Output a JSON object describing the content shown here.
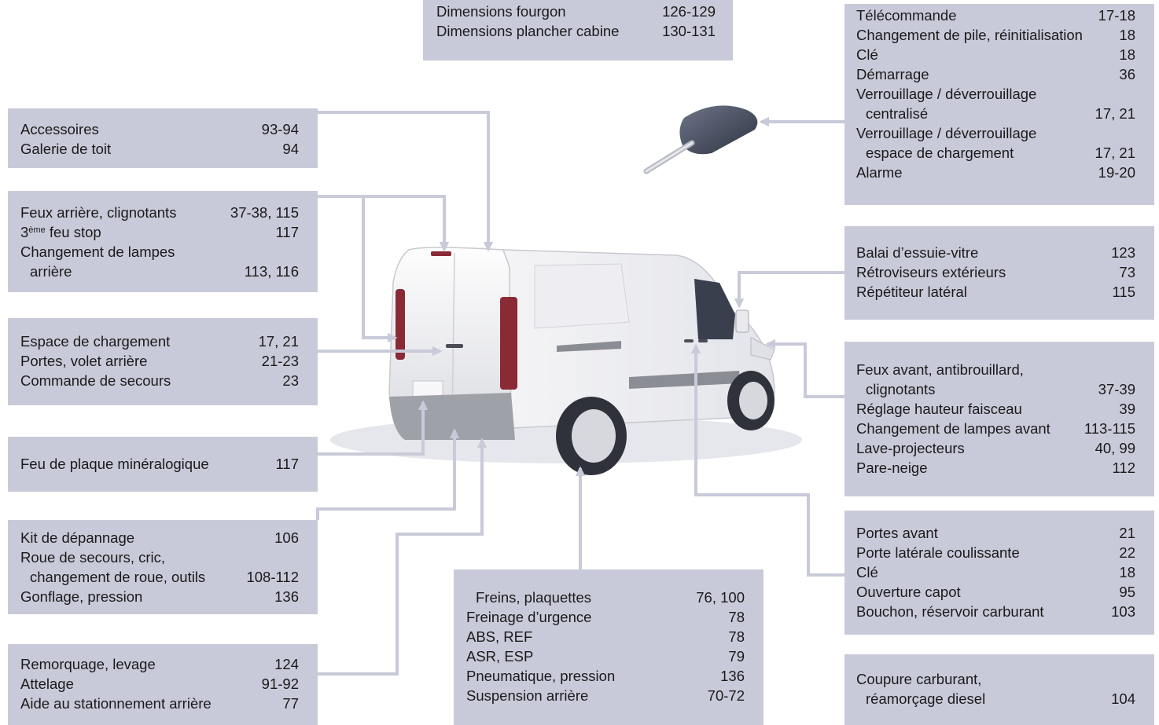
{
  "boxes": {
    "dimensions": [
      {
        "label": "Dimensions fourgon",
        "page": "126-129"
      },
      {
        "label": "Dimensions plancher cabine",
        "page": "130-131"
      }
    ],
    "telecommande": [
      {
        "label": "Télécommande",
        "page": "17-18"
      },
      {
        "label": "Changement de pile, réinitialisation",
        "page": "18"
      },
      {
        "label": "Clé",
        "page": "18"
      },
      {
        "label": "Démarrage",
        "page": "36"
      },
      {
        "label": "Verrouillage / déverrouillage",
        "page": ""
      },
      {
        "label": "centralisé",
        "page": "17, 21",
        "indent": true
      },
      {
        "label": "Verrouillage / déverrouillage",
        "page": ""
      },
      {
        "label": "espace de chargement",
        "page": "17, 21",
        "indent": true
      },
      {
        "label": "Alarme",
        "page": "19-20"
      }
    ],
    "accessoires": [
      {
        "label": "Accessoires",
        "page": "93-94"
      },
      {
        "label": "Galerie de toit",
        "page": "94"
      }
    ],
    "feux_arriere": [
      {
        "label": "Feux arrière, clignotants",
        "page": "37-38, 115"
      },
      {
        "label": "3",
        "sup": "ème",
        "label_after": " feu stop",
        "page": "117"
      },
      {
        "label": "Changement de lampes",
        "page": ""
      },
      {
        "label": "arrière",
        "page": "113, 116",
        "indent": true
      }
    ],
    "espace": [
      {
        "label": "Espace de chargement",
        "page": "17, 21"
      },
      {
        "label": "Portes, volet arrière",
        "page": "21-23"
      },
      {
        "label": "Commande de secours",
        "page": "23"
      }
    ],
    "plaque": [
      {
        "label": "Feu de plaque minéralogique",
        "page": "117"
      }
    ],
    "kit": [
      {
        "label": "Kit de dépannage",
        "page": "106"
      },
      {
        "label": "Roue de secours, cric,",
        "page": ""
      },
      {
        "label": "changement de roue, outils",
        "page": "108-112",
        "indent": true
      },
      {
        "label": "Gonflage, pression",
        "page": "136"
      }
    ],
    "remorquage": [
      {
        "label": "Remorquage, levage",
        "page": "124"
      },
      {
        "label": "Attelage",
        "page": "91-92"
      },
      {
        "label": "Aide au stationnement arrière",
        "page": "77"
      }
    ],
    "freins": [
      {
        "label": "Freins, plaquettes",
        "page": "76, 100",
        "indent": true
      },
      {
        "label": "Freinage d’urgence",
        "page": "78"
      },
      {
        "label": "ABS, REF",
        "page": "78"
      },
      {
        "label": "ASR, ESP",
        "page": "79"
      },
      {
        "label": "Pneumatique, pression",
        "page": "136"
      },
      {
        "label": "Suspension arrière",
        "page": "70-72"
      }
    ],
    "balai": [
      {
        "label": "Balai d’essuie-vitre",
        "page": "123"
      },
      {
        "label": "Rétroviseurs extérieurs",
        "page": "73"
      },
      {
        "label": "Répétiteur latéral",
        "page": "115"
      }
    ],
    "feux_avant": [
      {
        "label": "Feux avant, antibrouillard,",
        "page": ""
      },
      {
        "label": "clignotants",
        "page": "37-39",
        "indent": true
      },
      {
        "label": "Réglage hauteur faisceau",
        "page": "39"
      },
      {
        "label": "Changement de lampes avant",
        "page": "113-115"
      },
      {
        "label": "Lave-projecteurs",
        "page": "40, 99"
      },
      {
        "label": "Pare-neige",
        "page": "112"
      }
    ],
    "portes": [
      {
        "label": "Portes avant",
        "page": "21"
      },
      {
        "label": "Porte latérale coulissante",
        "page": "22"
      },
      {
        "label": "Clé",
        "page": "18"
      },
      {
        "label": "Ouverture capot",
        "page": "95"
      },
      {
        "label": "Bouchon, réservoir carburant",
        "page": "103"
      }
    ],
    "coupure": [
      {
        "label": "Coupure carburant,",
        "page": ""
      },
      {
        "label": "réamorçage diesel",
        "page": "104",
        "indent": true
      }
    ]
  },
  "colors": {
    "box_bg": "#c9cad9",
    "leader": "#c9cad9",
    "text": "#1a1a1a"
  },
  "icons": {
    "van": "utility-van-illustration",
    "key": "remote-key-fob"
  }
}
